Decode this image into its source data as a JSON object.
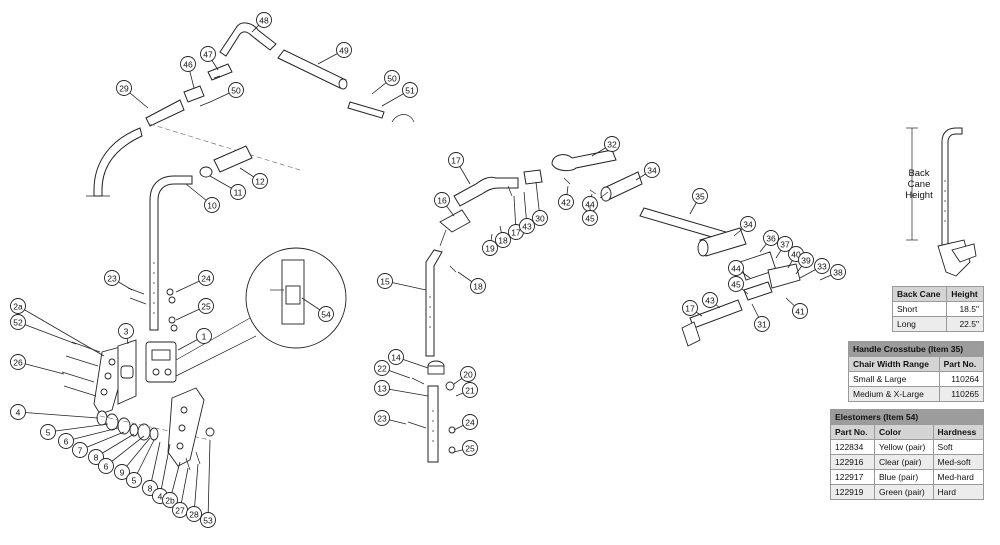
{
  "callouts": [
    {
      "id": "48",
      "label": "48"
    },
    {
      "id": "49",
      "label": "49"
    },
    {
      "id": "47",
      "label": "47"
    },
    {
      "id": "46",
      "label": "46"
    },
    {
      "id": "50a",
      "label": "50"
    },
    {
      "id": "51",
      "label": "51"
    },
    {
      "id": "29",
      "label": "29"
    },
    {
      "id": "50b",
      "label": "50"
    },
    {
      "id": "11",
      "label": "11"
    },
    {
      "id": "12",
      "label": "12"
    },
    {
      "id": "10",
      "label": "10"
    },
    {
      "id": "23a",
      "label": "23"
    },
    {
      "id": "24a",
      "label": "24"
    },
    {
      "id": "25a",
      "label": "25"
    },
    {
      "id": "2a",
      "label": "2a"
    },
    {
      "id": "52",
      "label": "52"
    },
    {
      "id": "3",
      "label": "3"
    },
    {
      "id": "1",
      "label": "1"
    },
    {
      "id": "54",
      "label": "54"
    },
    {
      "id": "26",
      "label": "26"
    },
    {
      "id": "4a",
      "label": "4"
    },
    {
      "id": "5a",
      "label": "5"
    },
    {
      "id": "6a",
      "label": "6"
    },
    {
      "id": "7",
      "label": "7"
    },
    {
      "id": "8a",
      "label": "8"
    },
    {
      "id": "6b",
      "label": "6"
    },
    {
      "id": "9",
      "label": "9"
    },
    {
      "id": "5b",
      "label": "5"
    },
    {
      "id": "8b",
      "label": "8"
    },
    {
      "id": "4b",
      "label": "4"
    },
    {
      "id": "2b",
      "label": "2b"
    },
    {
      "id": "27",
      "label": "27"
    },
    {
      "id": "28",
      "label": "28"
    },
    {
      "id": "53",
      "label": "53"
    },
    {
      "id": "17a",
      "label": "17"
    },
    {
      "id": "16",
      "label": "16"
    },
    {
      "id": "19",
      "label": "19"
    },
    {
      "id": "18a",
      "label": "18"
    },
    {
      "id": "17b",
      "label": "17"
    },
    {
      "id": "43a",
      "label": "43"
    },
    {
      "id": "30",
      "label": "30"
    },
    {
      "id": "42",
      "label": "42"
    },
    {
      "id": "32",
      "label": "32"
    },
    {
      "id": "44a",
      "label": "44"
    },
    {
      "id": "45a",
      "label": "45"
    },
    {
      "id": "34a",
      "label": "34"
    },
    {
      "id": "35",
      "label": "35"
    },
    {
      "id": "34b",
      "label": "34"
    },
    {
      "id": "36",
      "label": "36"
    },
    {
      "id": "37",
      "label": "37"
    },
    {
      "id": "40",
      "label": "40"
    },
    {
      "id": "39",
      "label": "39"
    },
    {
      "id": "44b",
      "label": "44"
    },
    {
      "id": "33",
      "label": "33"
    },
    {
      "id": "38",
      "label": "38"
    },
    {
      "id": "45b",
      "label": "45"
    },
    {
      "id": "41",
      "label": "41"
    },
    {
      "id": "31",
      "label": "31"
    },
    {
      "id": "43b",
      "label": "43"
    },
    {
      "id": "17c",
      "label": "17"
    },
    {
      "id": "15",
      "label": "15"
    },
    {
      "id": "18b",
      "label": "18"
    },
    {
      "id": "14",
      "label": "14"
    },
    {
      "id": "22",
      "label": "22"
    },
    {
      "id": "20",
      "label": "20"
    },
    {
      "id": "21",
      "label": "21"
    },
    {
      "id": "13",
      "label": "13"
    },
    {
      "id": "23b",
      "label": "23"
    },
    {
      "id": "24b",
      "label": "24"
    },
    {
      "id": "25b",
      "label": "25"
    }
  ],
  "back_cane": {
    "label_lines": [
      "Back",
      "Cane",
      "Height"
    ],
    "title": "Back Cane",
    "col_height": "Height",
    "rows": [
      {
        "name": "Short",
        "value": "18.5\""
      },
      {
        "name": "Long",
        "value": "22.5\""
      }
    ]
  },
  "handle_crosstube": {
    "title": "Handle Crosstube (Item 35)",
    "col_range": "Chair Width Range",
    "col_part": "Part No.",
    "rows": [
      {
        "range": "Small & Large",
        "part": "110264"
      },
      {
        "range": "Medium & X-Large",
        "part": "110265"
      }
    ]
  },
  "elastomers": {
    "title": "Elestomers (Item 54)",
    "col_part": "Part No.",
    "col_color": "Color",
    "col_hardness": "Hardness",
    "rows": [
      {
        "part": "122834",
        "color": "Yellow (pair)",
        "hardness": "Soft"
      },
      {
        "part": "122916",
        "color": "Clear (pair)",
        "hardness": "Med-soft"
      },
      {
        "part": "122917",
        "color": "Blue (pair)",
        "hardness": "Med-hard"
      },
      {
        "part": "122919",
        "color": "Green (pair)",
        "hardness": "Hard"
      }
    ]
  }
}
